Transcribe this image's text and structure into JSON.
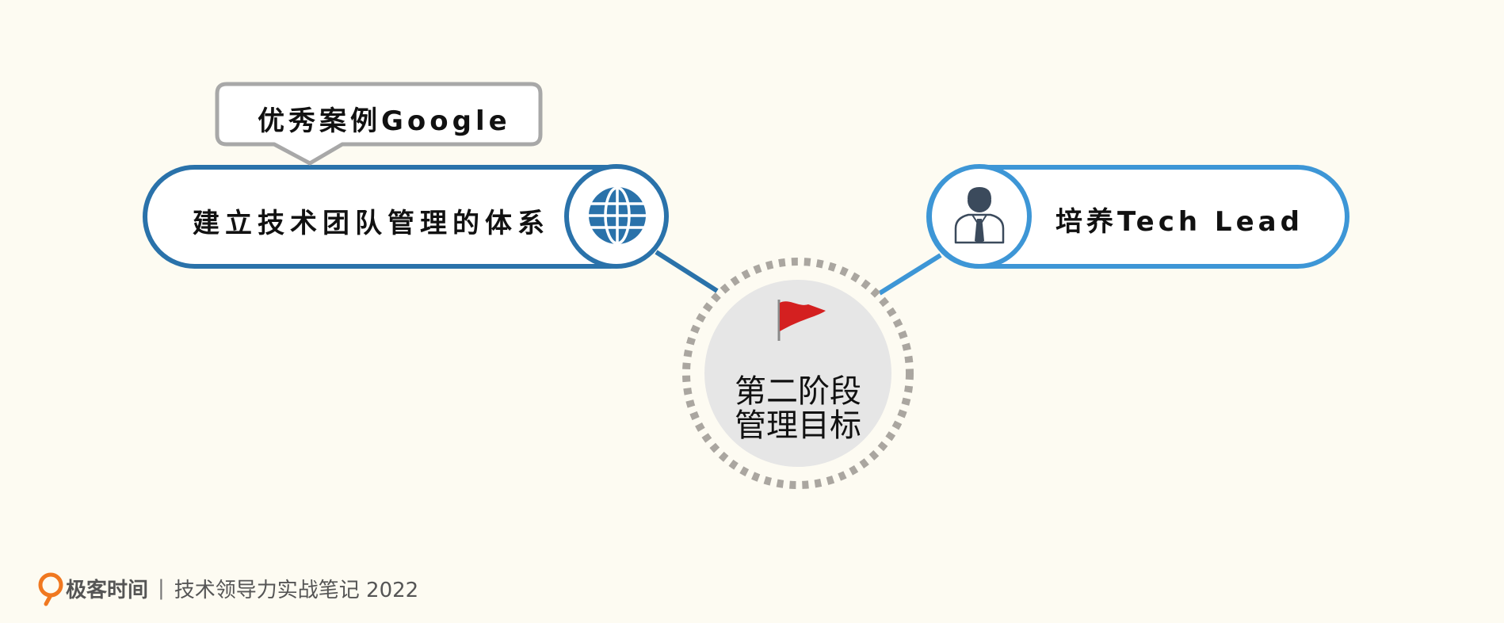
{
  "diagram": {
    "center": {
      "line1": "第二阶段",
      "line2": "管理目标",
      "icon": "red-flag-icon"
    },
    "left_goal": {
      "label": "建立技术团队管理的体系",
      "icon": "globe-icon",
      "color": "#2a72aa",
      "callout": "优秀案例Google"
    },
    "right_goal": {
      "label": "培养Tech Lead",
      "icon": "person-tie-icon",
      "color": "#3d96d6"
    }
  },
  "footer": {
    "brand": "极客时间",
    "separator": "|",
    "course": "技术领导力实战笔记 2022"
  },
  "colors": {
    "background": "#fdfbf2",
    "center_fill": "#e6e6e6",
    "dotted_ring": "#aaa6a0",
    "flag": "#d42020",
    "brand_orange": "#f07820",
    "callout_border": "#a8a8a8"
  }
}
